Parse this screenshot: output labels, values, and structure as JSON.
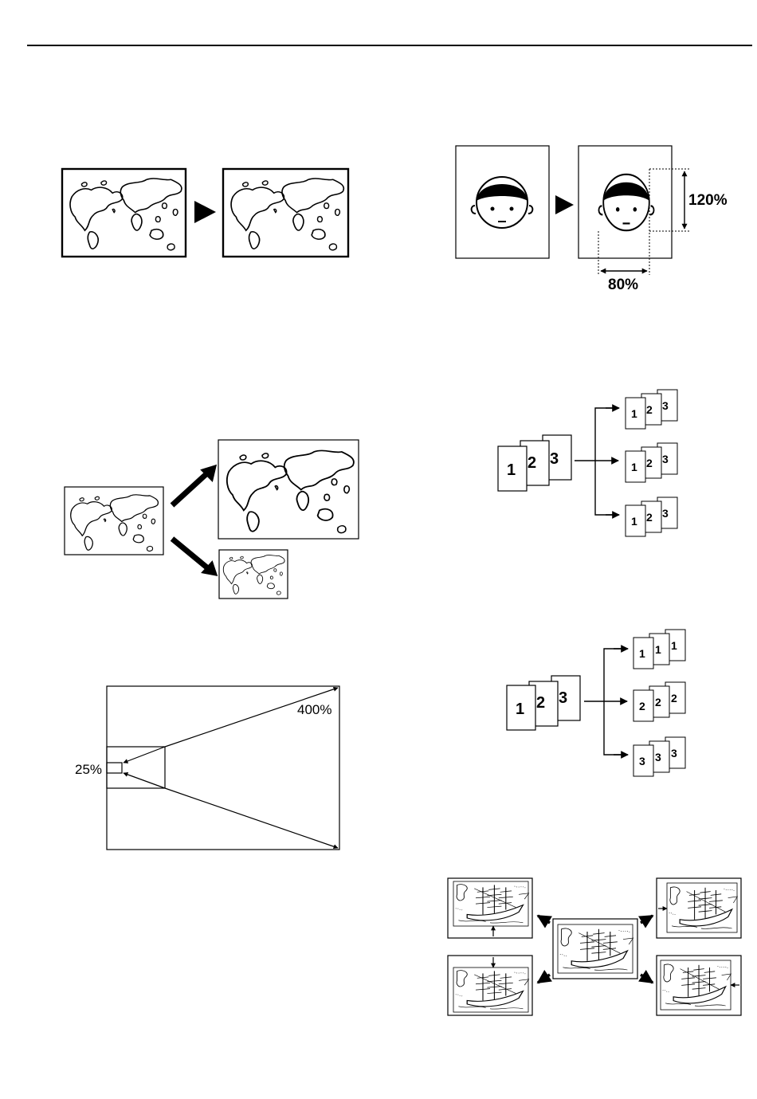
{
  "zoom_diagram": {
    "min_label": "25%",
    "max_label": "400%"
  },
  "xy_zoom_diagram": {
    "vertical_label": "120%",
    "horizontal_label": "80%"
  },
  "sort_diagram": {
    "originals": [
      "1",
      "2",
      "3"
    ],
    "sets": [
      [
        "1",
        "2",
        "3"
      ],
      [
        "1",
        "2",
        "3"
      ],
      [
        "1",
        "2",
        "3"
      ]
    ]
  },
  "group_diagram": {
    "originals": [
      "1",
      "2",
      "3"
    ],
    "stacks": [
      [
        "1",
        "1",
        "1"
      ],
      [
        "2",
        "2",
        "2"
      ],
      [
        "3",
        "3",
        "3"
      ]
    ]
  }
}
